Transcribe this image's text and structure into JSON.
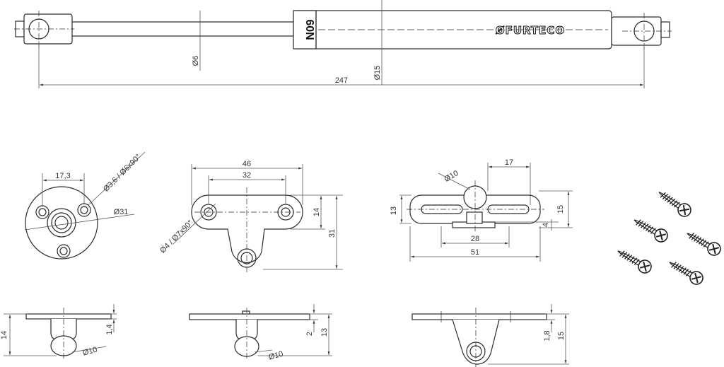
{
  "colors": {
    "line": "#2b2b2b",
    "dim": "#555555",
    "body": "#ffffff",
    "dark": "#222222"
  },
  "spring": {
    "force_label": "60N",
    "brand": "ØFURTECO",
    "dims": {
      "length": "247",
      "rod_dia": "Ø6",
      "body_dia": "Ø15"
    }
  },
  "round_bracket": {
    "dims": {
      "spacing": "17,3",
      "holes": "Ø3,6 / Ø6x90°",
      "outer": "Ø31"
    }
  },
  "flat_bracket": {
    "dims": {
      "width": "46",
      "spacing": "32",
      "height_total": "31",
      "height_plate": "14",
      "holes": "Ø4 / Ø7x90°"
    }
  },
  "slot_bracket": {
    "dims": {
      "ball": "Ø10",
      "half": "17",
      "height_left": "13",
      "height_right": "15",
      "thickness": "4",
      "inner": "28",
      "width": "51"
    }
  },
  "side_views": {
    "round": {
      "height": "14",
      "plate": "1,4",
      "ball": "Ø10"
    },
    "flat": {
      "plate": "2",
      "height": "13",
      "ball": "Ø10"
    },
    "slot": {
      "plate": "1,8",
      "height": "15"
    }
  },
  "screws": {
    "count": 5
  }
}
